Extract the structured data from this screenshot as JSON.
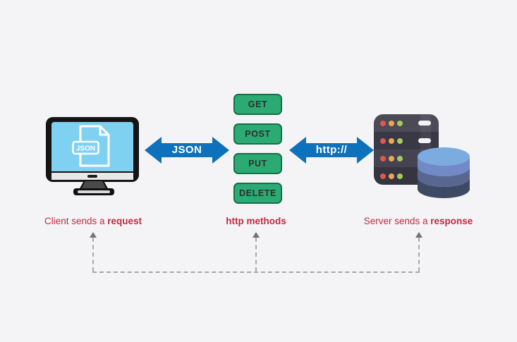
{
  "diagram": {
    "client": {
      "caption_prefix": "Client sends a",
      "caption_bold": "request",
      "file_label": "JSON"
    },
    "request_arrow_label": "JSON",
    "methods": {
      "caption": "http methods",
      "buttons": [
        "GET",
        "POST",
        "PUT",
        "DELETE"
      ]
    },
    "response_arrow_label": "http://",
    "server": {
      "caption_prefix": "Server sends a",
      "caption_bold": "response"
    }
  },
  "icons": {
    "client": "desktop-monitor-icon",
    "client_screen": "json-file-icon",
    "request": "double-headed-arrow-icon",
    "response": "double-headed-arrow-icon",
    "server": "server-rack-icon",
    "database": "database-cylinder-icon",
    "connector": "dashed-up-arrow-connector"
  },
  "colors": {
    "background": "#f4f4f6",
    "arrow_blue": "#0e71bb",
    "method_green": "#2bab73",
    "method_border_green": "#156f48",
    "caption_red": "#c22b42",
    "screen_blue": "#7fd1f1",
    "server_dark": "#4b4a56",
    "database_blue": "#7cabdf",
    "status_dot_red": "#e2574c",
    "status_dot_orange": "#f0a54f",
    "status_dot_green": "#a3cb5f"
  }
}
